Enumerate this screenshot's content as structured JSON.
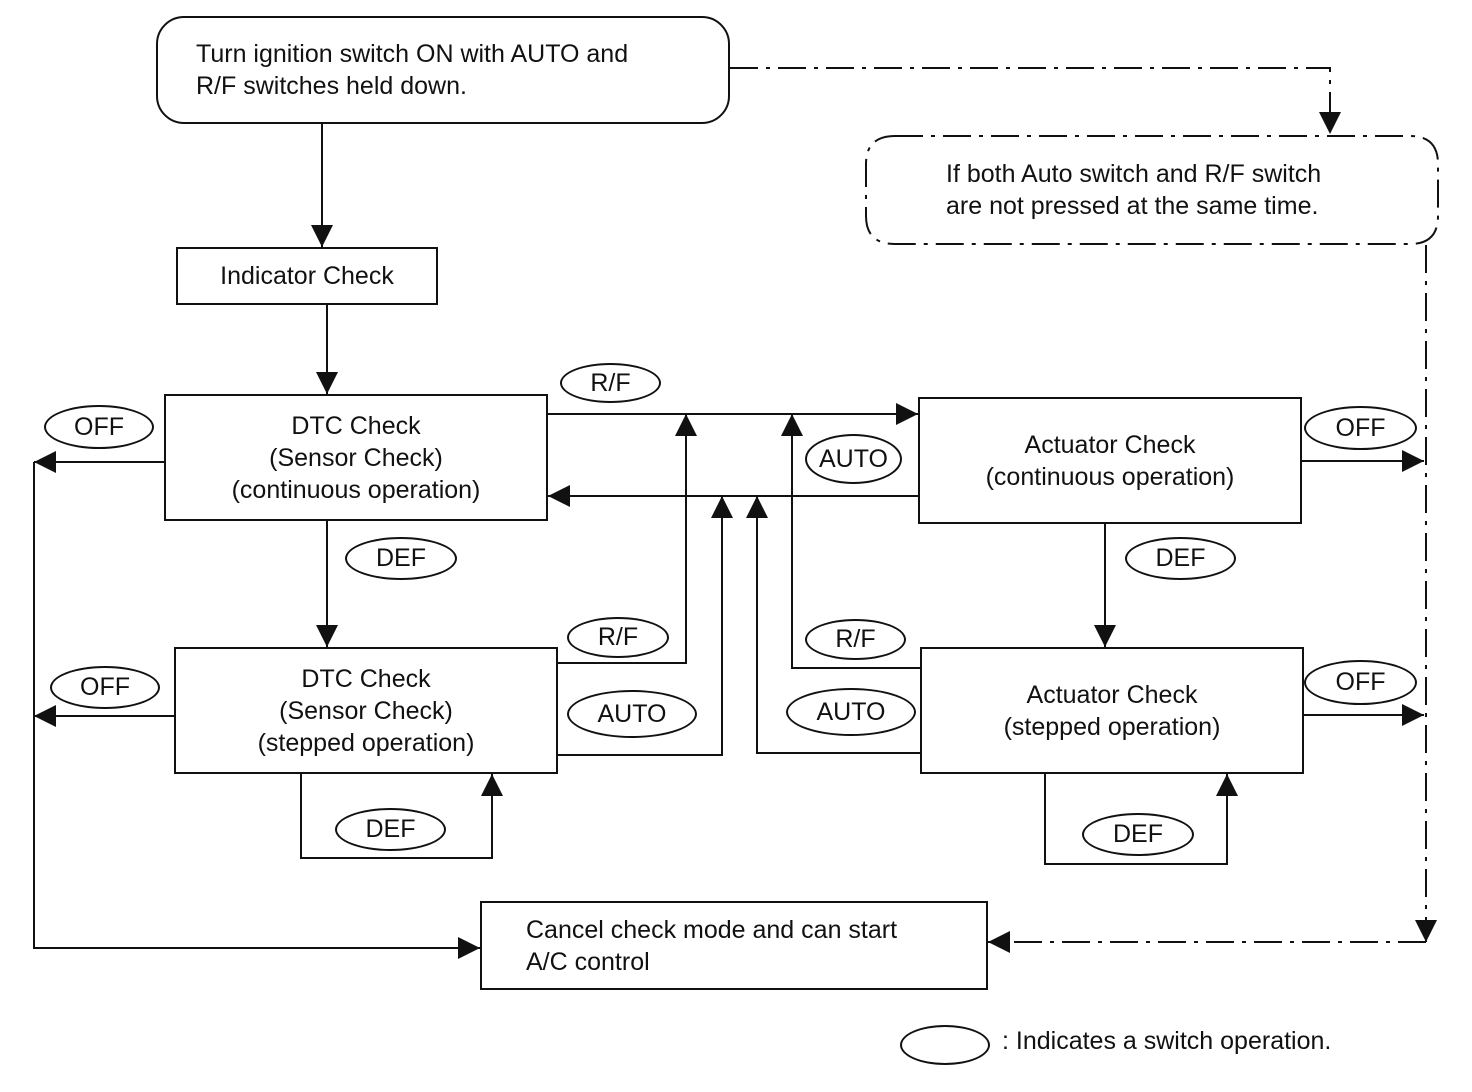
{
  "start": {
    "lines": [
      "Turn ignition switch ON with AUTO and",
      "R/F switches held down."
    ]
  },
  "not_pressed": {
    "lines": [
      "If both Auto switch and R/F switch",
      "are not pressed at the same time."
    ]
  },
  "indicator_check": {
    "label": "Indicator Check"
  },
  "dtc_continuous": {
    "lines": [
      "DTC Check",
      "(Sensor Check)",
      "(continuous operation)"
    ]
  },
  "dtc_stepped": {
    "lines": [
      "DTC Check",
      "(Sensor Check)",
      "(stepped operation)"
    ]
  },
  "actuator_continuous": {
    "lines": [
      "Actuator Check",
      "(continuous operation)"
    ]
  },
  "actuator_stepped": {
    "lines": [
      "Actuator Check",
      "(stepped operation)"
    ]
  },
  "cancel": {
    "lines": [
      "Cancel check mode and can start",
      "A/C control"
    ]
  },
  "switches": {
    "rf_top": "R/F",
    "auto_top": "AUTO",
    "off_dtc_cont": "OFF",
    "off_act_cont": "OFF",
    "def_dtc": "DEF",
    "def_act": "DEF",
    "rf_dtc_step": "R/F",
    "auto_dtc_step": "AUTO",
    "rf_act_step": "R/F",
    "auto_act_step": "AUTO",
    "off_dtc_step": "OFF",
    "off_act_step": "OFF",
    "def_dtc_loop": "DEF",
    "def_act_loop": "DEF"
  },
  "legend": {
    "text": ": Indicates a switch operation."
  },
  "colors": {
    "line": "#111111",
    "background": "#ffffff"
  }
}
